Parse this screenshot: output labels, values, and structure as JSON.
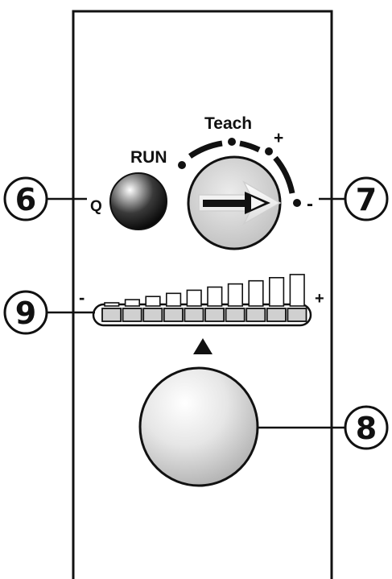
{
  "labels": {
    "run": "RUN",
    "teach": "Teach",
    "plus_dial": "+",
    "minus_dial": "-",
    "q": "Q",
    "bar_minus": "-",
    "bar_plus": "+"
  },
  "callouts": [
    {
      "id": "c6",
      "number": "6"
    },
    {
      "id": "c7",
      "number": "7"
    },
    {
      "id": "c8",
      "number": "8"
    },
    {
      "id": "c9",
      "number": "9"
    }
  ],
  "bargraph": {
    "segments": 10
  },
  "colors": {
    "outline": "#111111",
    "panel": "#ffffff",
    "segment_fill": "#d0d0d0",
    "dial_fill": "#d6d6d6",
    "led_dark": "#111111"
  }
}
